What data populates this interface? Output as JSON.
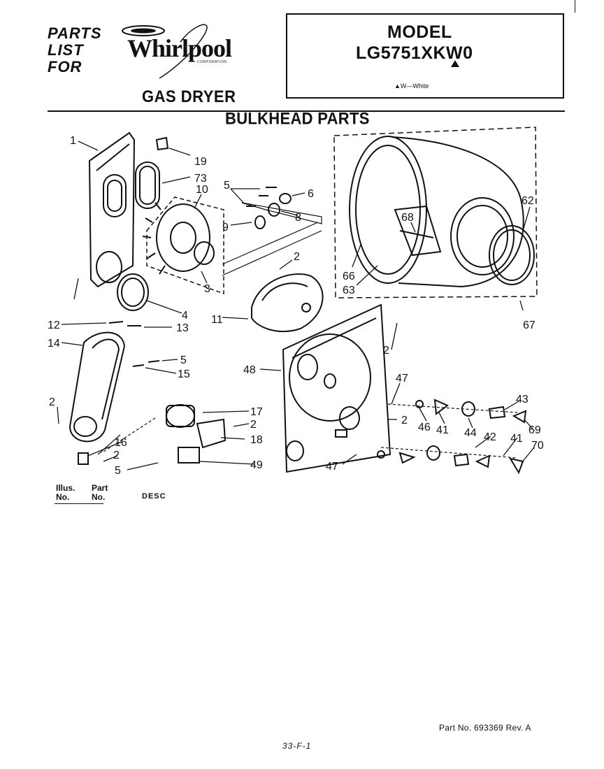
{
  "header": {
    "parts_list_lines": [
      "PARTS",
      "LIST",
      "FOR"
    ],
    "brand": "Whirlpool",
    "brand_corporation": "CORPORATION",
    "product": "GAS DRYER",
    "model_title": "MODEL",
    "model_number": "LG5751XKW0",
    "color_key": "▲W—White"
  },
  "section_title": "BULKHEAD PARTS",
  "callouts": [
    "1",
    "19",
    "73",
    "10",
    "5",
    "6",
    "8",
    "9",
    "2",
    "3",
    "4",
    "11",
    "12",
    "13",
    "14",
    "5",
    "15",
    "2",
    "17",
    "2",
    "18",
    "16",
    "2",
    "5",
    "49",
    "48",
    "2",
    "47",
    "2",
    "46",
    "41",
    "44",
    "43",
    "69",
    "42",
    "41",
    "70",
    "47",
    "68",
    "62",
    "66",
    "63",
    "67"
  ],
  "table_headers": {
    "illus": [
      "Illus.",
      "No."
    ],
    "part": [
      "Part",
      "No."
    ],
    "description": "DESC"
  },
  "footer": {
    "part_number": "Part No. 693369 Rev. A",
    "page_ref": "33-F-1"
  }
}
